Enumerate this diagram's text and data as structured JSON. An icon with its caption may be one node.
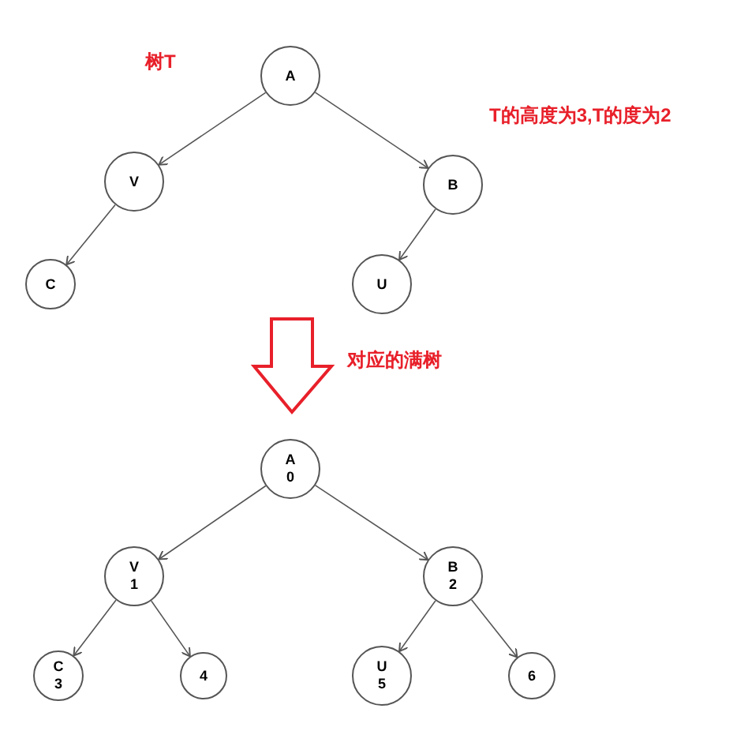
{
  "diagram": {
    "nodes": [
      {
        "text": [
          "A"
        ]
      },
      {
        "text": [
          "V"
        ]
      },
      {
        "text": [
          "B"
        ]
      },
      {
        "text": [
          "C"
        ]
      },
      {
        "text": [
          "U"
        ]
      },
      {
        "text": [
          "A",
          "0"
        ]
      },
      {
        "text": [
          "V",
          "1"
        ]
      },
      {
        "text": [
          "B",
          "2"
        ]
      },
      {
        "text": [
          "C",
          "3"
        ]
      },
      {
        "text": [
          "4"
        ]
      },
      {
        "text": [
          "U",
          "5"
        ]
      },
      {
        "text": [
          "6"
        ]
      }
    ],
    "edges": [
      {
        "from": 0,
        "to": 1,
        "arrow": "to"
      },
      {
        "from": 0,
        "to": 2,
        "arrow": "to"
      },
      {
        "from": 1,
        "to": 3,
        "arrow": "to"
      },
      {
        "from": 2,
        "to": 4,
        "arrow": "to"
      },
      {
        "from": 5,
        "to": 6,
        "arrow": "to"
      },
      {
        "from": 5,
        "to": 7,
        "arrow": "to"
      },
      {
        "from": 6,
        "to": 8,
        "arrow": "to"
      },
      {
        "from": 6,
        "to": 9,
        "arrow": "to"
      },
      {
        "from": 7,
        "to": 10,
        "arrow": "to"
      },
      {
        "from": 7,
        "to": 11,
        "arrow": "to"
      }
    ],
    "labels": [
      "树T",
      "T的高度为3,T的度为2",
      "对应的满树"
    ]
  }
}
